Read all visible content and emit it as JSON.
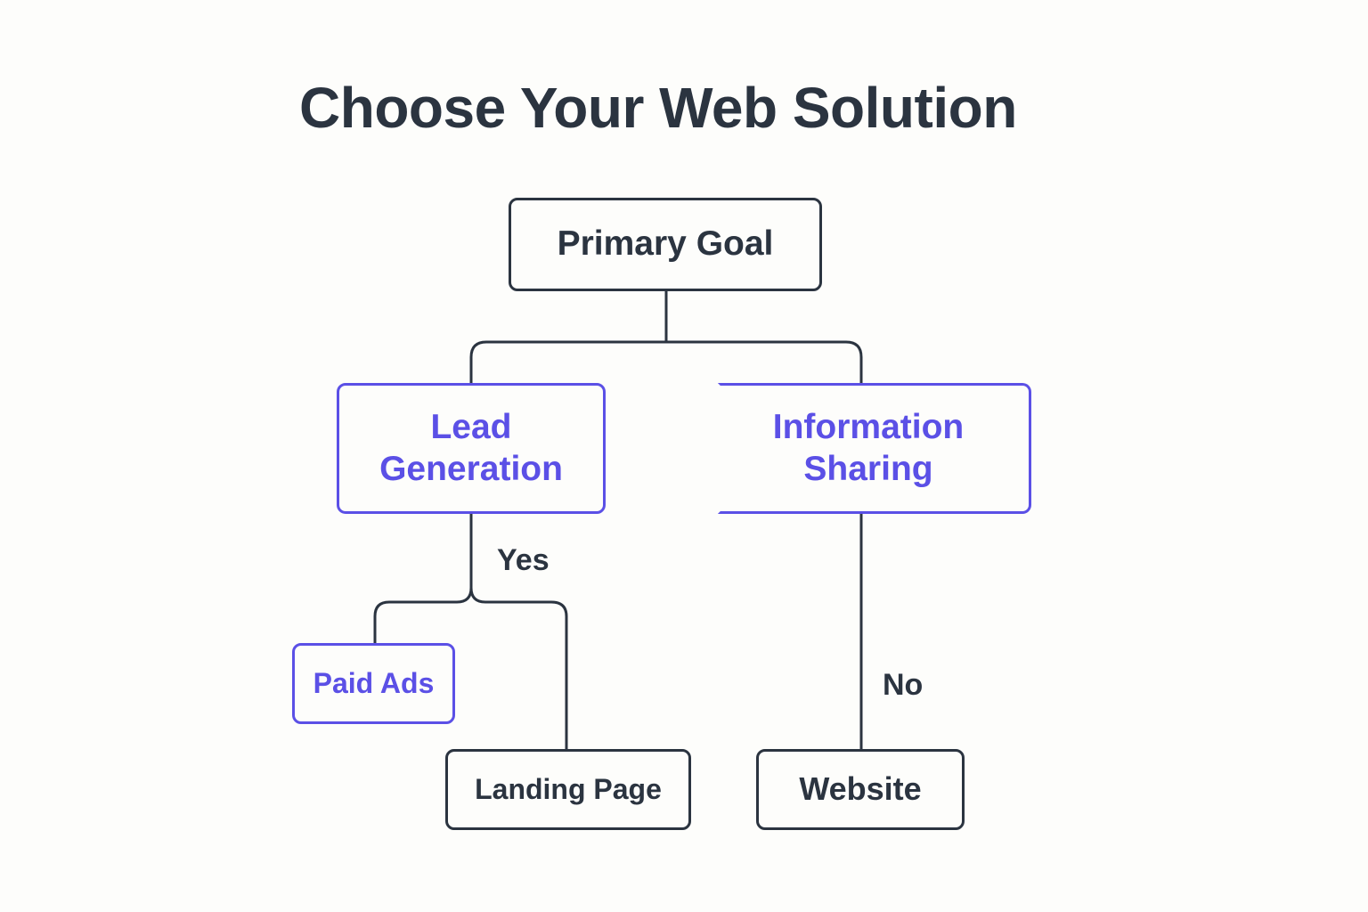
{
  "title": "Choose Your Web Solution",
  "colors": {
    "ink": "#2b3440",
    "accent": "#5b50e6",
    "background": "#fdfdfb"
  },
  "nodes": {
    "primary_goal": "Primary Goal",
    "lead_generation": "Lead Generation",
    "information_sharing": "Information Sharing",
    "paid_ads": "Paid Ads",
    "landing_page": "Landing Page",
    "website": "Website"
  },
  "edge_labels": {
    "yes": "Yes",
    "no": "No"
  }
}
